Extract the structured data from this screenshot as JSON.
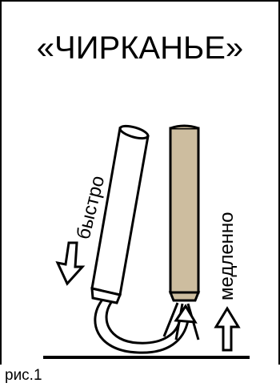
{
  "title": "«ЧИРКАНЬЕ»",
  "caption": "рис.1",
  "labels": {
    "fast": "быстро",
    "slow": "медленно"
  },
  "colors": {
    "stick_held": "#ffffff",
    "stick_lit": "#cdbd9f",
    "outline": "#000000"
  }
}
